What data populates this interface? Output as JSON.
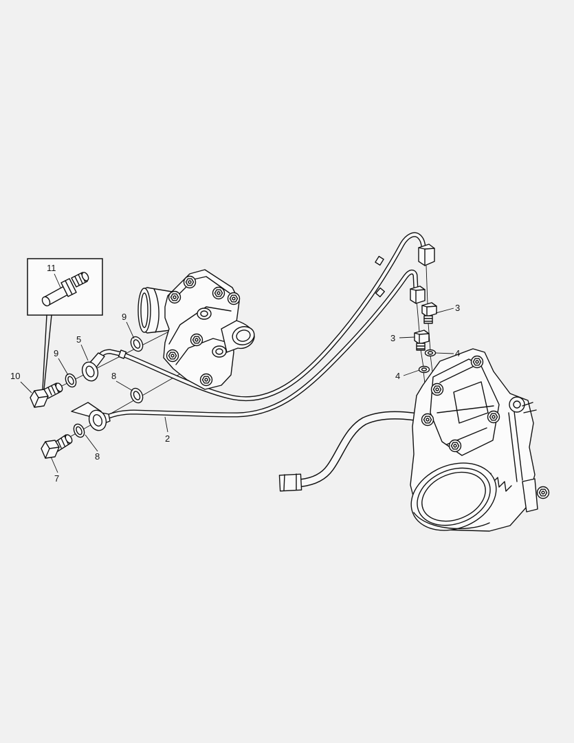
{
  "callouts": [
    "11",
    "9",
    "5",
    "9",
    "10",
    "8",
    "2",
    "8",
    "7",
    "3",
    "3",
    "4",
    "4"
  ]
}
